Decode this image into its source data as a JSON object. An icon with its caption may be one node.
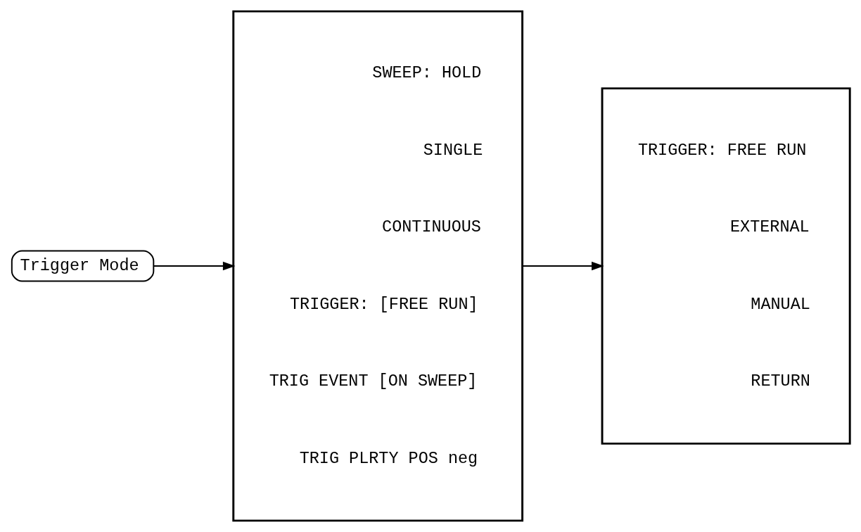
{
  "diagram": {
    "nodes": [
      {
        "text": [
          "Trigger Mode"
        ]
      },
      {
        "text": [
          "SWEEP: HOLD",
          "SINGLE",
          "CONTINUOUS",
          "TRIGGER: [FREE RUN]",
          "TRIG EVENT [ON SWEEP]",
          "TRIG PLRTY POS neg"
        ]
      },
      {
        "text": [
          "TRIGGER: FREE RUN",
          "EXTERNAL",
          "MANUAL",
          "RETURN"
        ]
      }
    ],
    "edges": [
      {
        "from": 0,
        "to": 1,
        "arrow": "to"
      },
      {
        "from": 1,
        "to": 2,
        "arrow": "to"
      }
    ]
  }
}
